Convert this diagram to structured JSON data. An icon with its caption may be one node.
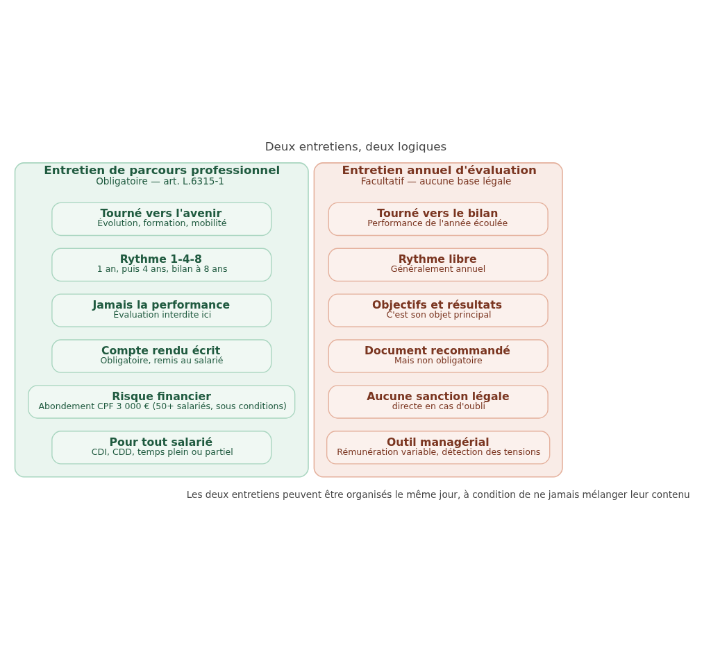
{
  "diagram": {
    "title": "Deux entretiens, deux logiques",
    "caption": "Les deux entretiens peuvent être organisés le même jour, à condition de ne jamais mélanger leur contenu",
    "nodes": [
      {
        "text": [
          "Entretien de parcours professionnel",
          "Obligatoire — art. L.6315-1"
        ]
      },
      {
        "text": [
          "Tourné vers l'avenir",
          "Évolution, formation, mobilité"
        ],
        "in": 0
      },
      {
        "text": [
          "Rythme 1-4-8",
          "1 an, puis 4 ans, bilan à 8 ans"
        ],
        "in": 0
      },
      {
        "text": [
          "Jamais la performance",
          "Évaluation interdite ici"
        ],
        "in": 0
      },
      {
        "text": [
          "Compte rendu écrit",
          "Obligatoire, remis au salarié"
        ],
        "in": 0
      },
      {
        "text": [
          "Risque financier",
          "Abondement CPF 3 000 € (50+ salariés, sous conditions)"
        ],
        "in": 0
      },
      {
        "text": [
          "Pour tout salarié",
          "CDI, CDD, temps plein ou partiel"
        ],
        "in": 0
      },
      {
        "text": [
          "Entretien annuel d'évaluation",
          "Facultatif — aucune base légale"
        ]
      },
      {
        "text": [
          "Tourné vers le bilan",
          "Performance de l'année écoulée"
        ],
        "in": 7
      },
      {
        "text": [
          "Rythme libre",
          "Généralement annuel"
        ],
        "in": 7
      },
      {
        "text": [
          "Objectifs et résultats",
          "C'est son objet principal"
        ],
        "in": 7
      },
      {
        "text": [
          "Document recommandé",
          "Mais non obligatoire"
        ],
        "in": 7
      },
      {
        "text": [
          "Aucune sanction légale",
          "directe en cas d'oubli"
        ],
        "in": 7
      },
      {
        "text": [
          "Outil managérial",
          "Rémunération variable, détection des tensions"
        ],
        "in": 7
      }
    ],
    "edges": []
  }
}
